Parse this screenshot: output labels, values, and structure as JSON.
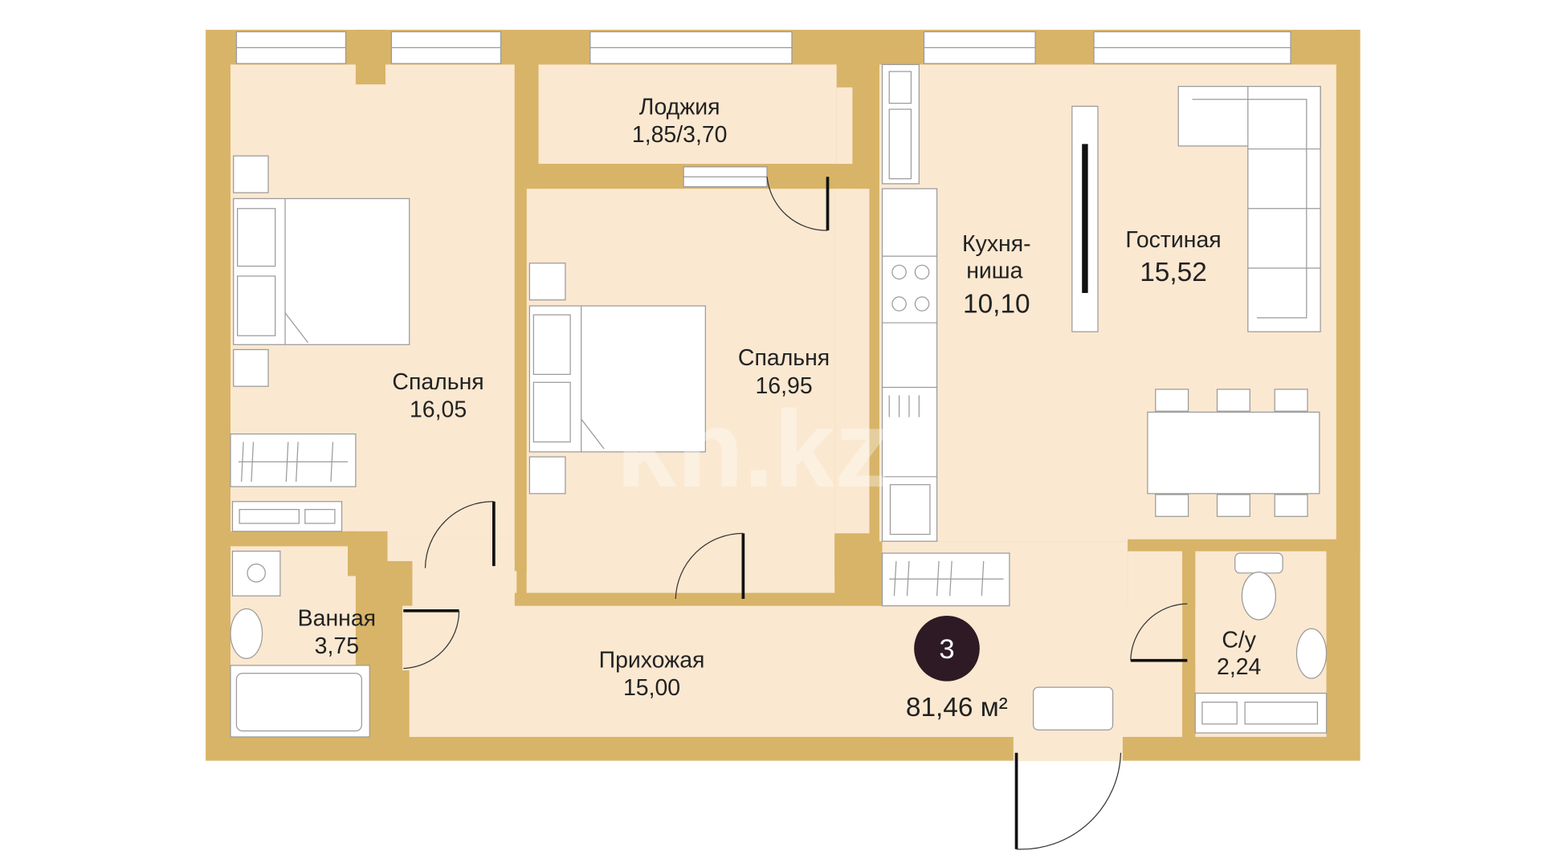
{
  "plan": {
    "rooms": [
      {
        "name": "Лоджия",
        "area": "1,85/3,70"
      },
      {
        "name": "Спальня",
        "area": "16,05"
      },
      {
        "name": "Спальня",
        "area": "16,95"
      },
      {
        "name": "Кухня-",
        "name2": "ниша",
        "area": "10,10"
      },
      {
        "name": "Гостиная",
        "area": "15,52"
      },
      {
        "name": "Ванная",
        "area": "3,75"
      },
      {
        "name": "Прихожая",
        "area": "15,00"
      },
      {
        "name": "С/у",
        "area": "2,24"
      }
    ],
    "rooms_count": "3",
    "total_area": "81,46 м²",
    "watermark": "kn.kz"
  },
  "colors": {
    "wall": "#d8b468",
    "floor": "#fbe8d1",
    "badge": "#2e1a24"
  }
}
